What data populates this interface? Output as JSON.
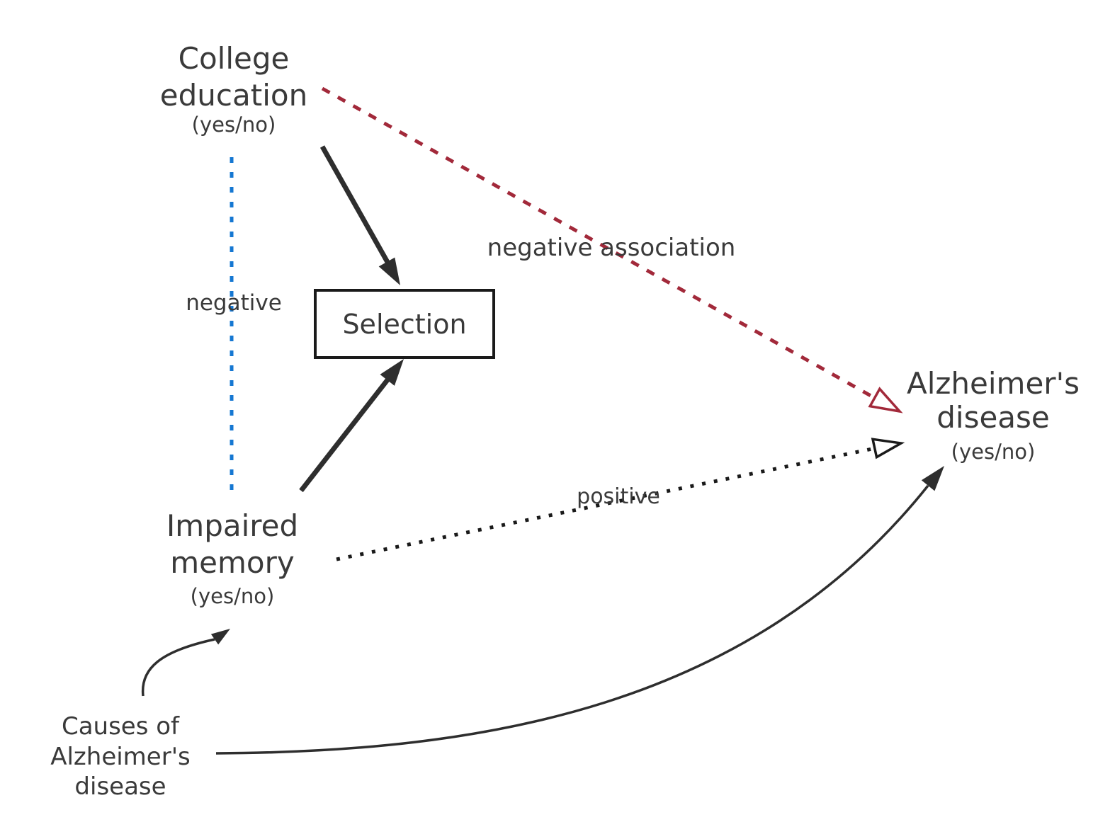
{
  "diagram": {
    "nodes": {
      "college_education": {
        "title_line1": "College",
        "title_line2": "education",
        "subtitle": "(yes/no)"
      },
      "selection": {
        "label": "Selection"
      },
      "impaired_memory": {
        "title_line1": "Impaired",
        "title_line2": "memory",
        "subtitle": "(yes/no)"
      },
      "alzheimers_disease": {
        "title_line1": "Alzheimer's",
        "title_line2": "disease",
        "subtitle": "(yes/no)"
      },
      "causes_of_alzheimers": {
        "title_line1": "Causes of",
        "title_line2": "Alzheimer's",
        "title_line3": "disease"
      }
    },
    "edge_labels": {
      "negative": "negative",
      "negative_association": "negative association",
      "positive": "positive"
    },
    "colors": {
      "text_dark": "#3a3a3a",
      "arrow_dark": "#2e2e2e",
      "blue": "#1577d2",
      "red": "#a2293a",
      "positive_gray": "#595959",
      "box_border": "#1a1a1a"
    }
  }
}
